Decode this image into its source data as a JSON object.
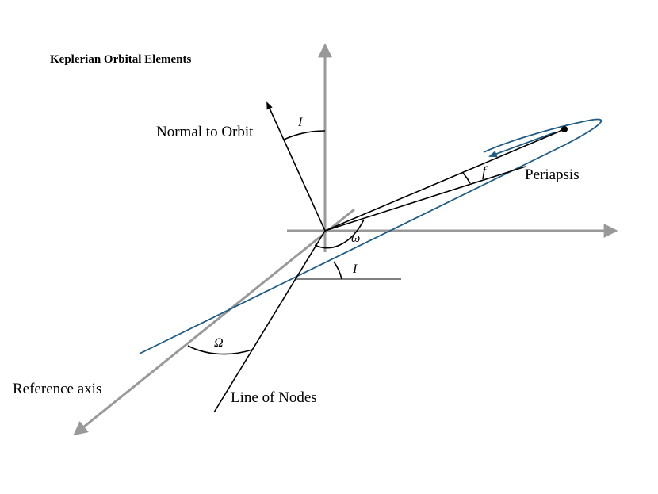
{
  "title": "Keplerian Orbital Elements",
  "labels": {
    "normal_to_orbit": "Normal to Orbit",
    "periapsis": "Periapsis",
    "reference_axis": "Reference axis",
    "line_of_nodes": "Line of Nodes"
  },
  "angles": {
    "inclination_top": "I",
    "inclination_node": "I",
    "arg_periapsis": "ω",
    "true_anomaly": "f",
    "raan": "Ω"
  },
  "colors": {
    "axis": "#999999",
    "orbit": "#1f5d86",
    "line": "#000000"
  }
}
